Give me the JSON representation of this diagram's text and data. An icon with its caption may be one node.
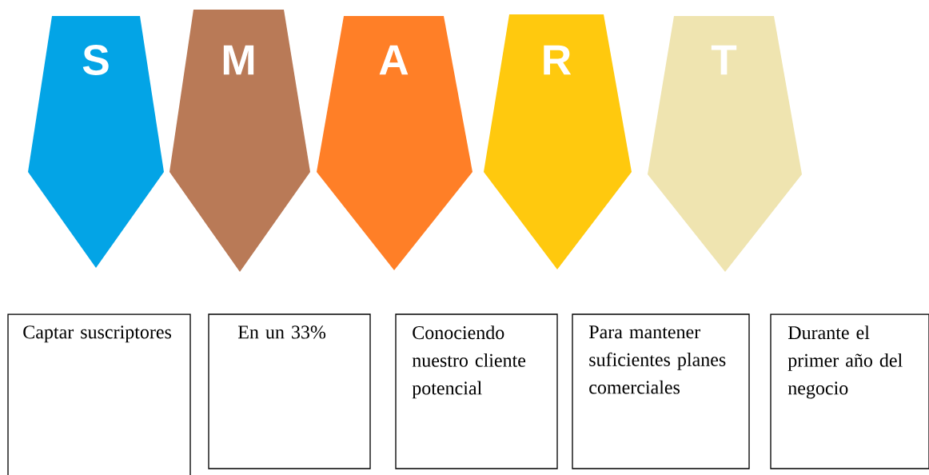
{
  "diagram": {
    "nodes": [
      {
        "text": [
          "S"
        ]
      },
      {
        "text": [
          "M"
        ]
      },
      {
        "text": [
          "A"
        ]
      },
      {
        "text": [
          "R"
        ]
      },
      {
        "text": [
          "T"
        ]
      },
      {
        "text": [
          "Captar suscriptores"
        ]
      },
      {
        "text": [
          "En un 33%"
        ]
      },
      {
        "text": [
          "Conociendo nuestro cliente potencial"
        ]
      },
      {
        "text": [
          "Para mantener suficientes planes comerciales"
        ]
      },
      {
        "text": [
          "Durante el primer año del negocio"
        ]
      }
    ]
  }
}
